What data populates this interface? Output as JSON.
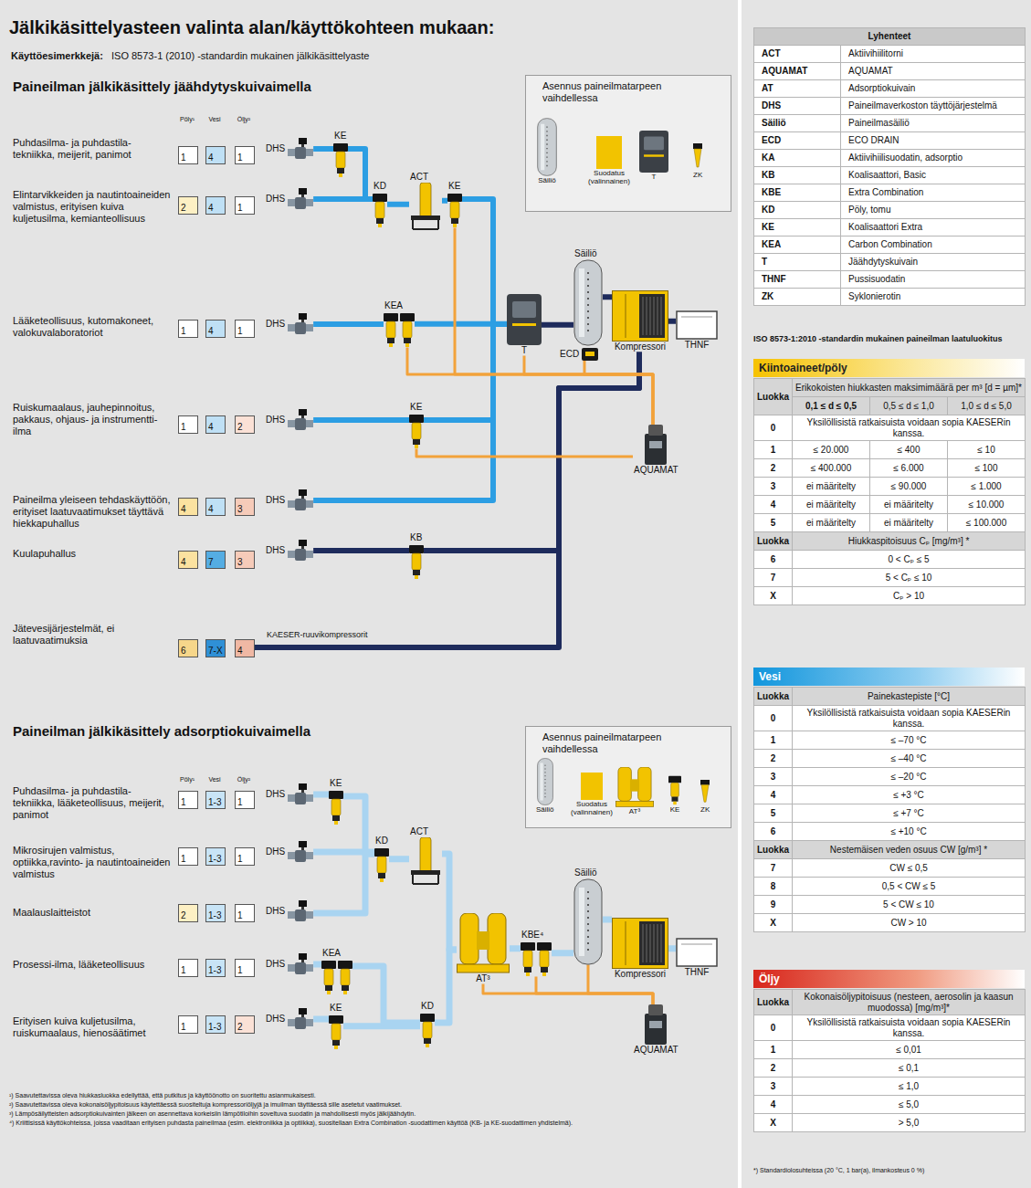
{
  "diagram": {
    "title": "Jälkikäsittelyasteen valinta alan/käyttökohteen mukaan:",
    "nodes": [
      {
        "text": [
          "Asennus paineilmatarpeen vaihdellessa"
        ]
      },
      {
        "text": [
          "Säiliö"
        ],
        "in": 0
      },
      {
        "text": [
          "Suodatus (valinnainen)"
        ],
        "in": 0
      },
      {
        "text": [
          "T"
        ],
        "in": 0
      },
      {
        "text": [
          "ZK"
        ],
        "in": 0
      },
      {
        "text": [
          "1"
        ]
      },
      {
        "text": [
          "4"
        ]
      },
      {
        "text": [
          "1"
        ]
      },
      {
        "text": [
          "DHS"
        ]
      },
      {
        "text": [
          "KE"
        ]
      },
      {
        "text": [
          "2"
        ]
      },
      {
        "text": [
          "4"
        ]
      },
      {
        "text": [
          "1"
        ]
      },
      {
        "text": [
          "DHS"
        ]
      },
      {
        "text": [
          "KD"
        ]
      },
      {
        "text": [
          "ACT"
        ]
      },
      {
        "text": [
          "KE"
        ]
      },
      {
        "text": [
          "1"
        ]
      },
      {
        "text": [
          "4"
        ]
      },
      {
        "text": [
          "1"
        ]
      },
      {
        "text": [
          "DHS"
        ]
      },
      {
        "text": [
          "KEA"
        ]
      },
      {
        "text": [
          "T"
        ]
      },
      {
        "text": [
          "Säiliö"
        ]
      },
      {
        "text": [
          "ECD"
        ]
      },
      {
        "text": [
          "Kompressori"
        ]
      },
      {
        "text": [
          "THNF"
        ]
      },
      {
        "text": [
          "1"
        ]
      },
      {
        "text": [
          "4"
        ]
      },
      {
        "text": [
          "2"
        ]
      },
      {
        "text": [
          "DHS"
        ]
      },
      {
        "text": [
          "KE"
        ]
      },
      {
        "text": [
          "AQUAMAT"
        ]
      },
      {
        "text": [
          "4"
        ]
      },
      {
        "text": [
          "4"
        ]
      },
      {
        "text": [
          "3"
        ]
      },
      {
        "text": [
          "DHS"
        ]
      },
      {
        "text": [
          "4"
        ]
      },
      {
        "text": [
          "7"
        ]
      },
      {
        "text": [
          "3"
        ]
      },
      {
        "text": [
          "DHS"
        ]
      },
      {
        "text": [
          "KB"
        ]
      },
      {
        "text": [
          "6"
        ]
      },
      {
        "text": [
          "7-X"
        ]
      },
      {
        "text": [
          "4"
        ]
      },
      {
        "text": [
          "Asennus paineilmatarpeen vaihdellessa"
        ]
      },
      {
        "text": [
          "Säiliö"
        ],
        "in": 45
      },
      {
        "text": [
          "Suodatus (valinnainen)"
        ],
        "in": 45
      },
      {
        "text": [
          "AT³"
        ],
        "in": 45
      },
      {
        "text": [
          "KE"
        ],
        "in": 45
      },
      {
        "text": [
          "ZK"
        ],
        "in": 45
      },
      {
        "text": [
          "1"
        ]
      },
      {
        "text": [
          "1-3"
        ]
      },
      {
        "text": [
          "1"
        ]
      },
      {
        "text": [
          "DHS"
        ]
      },
      {
        "text": [
          "KE"
        ]
      },
      {
        "text": [
          "1"
        ]
      },
      {
        "text": [
          "1-3"
        ]
      },
      {
        "text": [
          "1"
        ]
      },
      {
        "text": [
          "DHS"
        ]
      },
      {
        "text": [
          "KD"
        ]
      },
      {
        "text": [
          "ACT"
        ]
      },
      {
        "text": [
          "2"
        ]
      },
      {
        "text": [
          "1-3"
        ]
      },
      {
        "text": [
          "1"
        ]
      },
      {
        "text": [
          "DHS"
        ]
      },
      {
        "text": [
          "AT³"
        ]
      },
      {
        "text": [
          "KBE⁴"
        ]
      },
      {
        "text": [
          "Säiliö"
        ]
      },
      {
        "text": [
          "Kompressori"
        ]
      },
      {
        "text": [
          "THNF"
        ]
      },
      {
        "text": [
          "1"
        ]
      },
      {
        "text": [
          "1-3"
        ]
      },
      {
        "text": [
          "1"
        ]
      },
      {
        "text": [
          "DHS"
        ]
      },
      {
        "text": [
          "KEA"
        ]
      },
      {
        "text": [
          "1"
        ]
      },
      {
        "text": [
          "1-3"
        ]
      },
      {
        "text": [
          "2"
        ]
      },
      {
        "text": [
          "DHS"
        ]
      },
      {
        "text": [
          "KE"
        ]
      },
      {
        "text": [
          "KD"
        ]
      },
      {
        "text": [
          "AQUAMAT"
        ]
      },
      {
        "text": [
          "Kiintoaineet/pöly"
        ]
      },
      {
        "text": [
          "Vesi"
        ]
      },
      {
        "text": [
          "Öljy"
        ]
      }
    ],
    "edges": [
      {
        "from": 4,
        "to": 3,
        "arrow": "none"
      },
      {
        "from": 3,
        "to": 2,
        "arrow": "none"
      },
      {
        "from": 2,
        "to": 1,
        "arrow": "none"
      },
      {
        "from": 26,
        "to": 25,
        "arrow": "none"
      },
      {
        "from": 25,
        "to": 23,
        "arrow": "none"
      },
      {
        "from": 23,
        "to": 22,
        "arrow": "none"
      },
      {
        "from": 22,
        "to": 16,
        "arrow": "none"
      },
      {
        "from": 16,
        "to": 15,
        "arrow": "none"
      },
      {
        "from": 15,
        "to": 14,
        "arrow": "none"
      },
      {
        "from": 14,
        "to": 13,
        "arrow": "none"
      },
      {
        "from": 14,
        "to": 9,
        "arrow": "none"
      },
      {
        "from": 9,
        "to": 8,
        "arrow": "none"
      },
      {
        "from": 22,
        "to": 21,
        "arrow": "none"
      },
      {
        "from": 21,
        "to": 20,
        "arrow": "none"
      },
      {
        "from": 22,
        "to": 31,
        "arrow": "none"
      },
      {
        "from": 31,
        "to": 30,
        "arrow": "none"
      },
      {
        "from": 22,
        "to": 36,
        "arrow": "none"
      },
      {
        "from": 25,
        "to": 41,
        "arrow": "none"
      },
      {
        "from": 41,
        "to": 40,
        "arrow": "none"
      },
      {
        "from": 25,
        "to": 44,
        "label": "KAESER-ruuvikompressorit",
        "arrow": "none"
      },
      {
        "from": 16,
        "to": 32,
        "arrow": "none"
      },
      {
        "from": 21,
        "to": 32,
        "arrow": "none"
      },
      {
        "from": 22,
        "to": 32,
        "arrow": "none"
      },
      {
        "from": 24,
        "to": 32,
        "arrow": "none"
      },
      {
        "from": 31,
        "to": 32,
        "arrow": "none"
      },
      {
        "from": 50,
        "to": 49,
        "arrow": "none"
      },
      {
        "from": 49,
        "to": 48,
        "arrow": "none"
      },
      {
        "from": 48,
        "to": 47,
        "arrow": "none"
      },
      {
        "from": 47,
        "to": 46,
        "arrow": "none"
      },
      {
        "from": 70,
        "to": 69,
        "arrow": "none"
      },
      {
        "from": 69,
        "to": 68,
        "arrow": "none"
      },
      {
        "from": 68,
        "to": 67,
        "arrow": "none"
      },
      {
        "from": 67,
        "to": 66,
        "arrow": "none"
      },
      {
        "from": 66,
        "to": 61,
        "arrow": "none"
      },
      {
        "from": 61,
        "to": 60,
        "arrow": "none"
      },
      {
        "from": 60,
        "to": 55,
        "arrow": "none"
      },
      {
        "from": 55,
        "to": 54,
        "arrow": "none"
      },
      {
        "from": 60,
        "to": 59,
        "arrow": "none"
      },
      {
        "from": 60,
        "to": 65,
        "arrow": "none"
      },
      {
        "from": 66,
        "to": 81,
        "arrow": "none"
      },
      {
        "from": 81,
        "to": 80,
        "arrow": "none"
      },
      {
        "from": 80,
        "to": 79,
        "arrow": "none"
      },
      {
        "from": 81,
        "to": 75,
        "arrow": "none"
      },
      {
        "from": 75,
        "to": 74,
        "arrow": "none"
      },
      {
        "from": 66,
        "to": 82,
        "arrow": "none"
      },
      {
        "from": 67,
        "to": 82,
        "arrow": "none"
      },
      {
        "from": 68,
        "to": 82,
        "arrow": "none"
      }
    ],
    "labels": [
      "Käyttöesimerkkejä:",
      "ISO 8573-1 (2010) -standardin mukainen jälkikäsittelyaste",
      "Paineilman jälkikäsittely jäähdytyskuivaimella",
      "Pöly¹",
      "Vesi",
      "Öljy²",
      "Puhdasilma- ja puhdastila-tekniikka, meijerit, panimot",
      "Elintarvikkeiden ja nautintoaineiden valmistus, erityisen kuiva kuljetusilma, kemianteollisuus",
      "Lääketeollisuus, kutomakoneet, valokuvalaboratoriot",
      "Ruiskumaalaus, jauhepinnoitus, pakkaus, ohjaus- ja instrumentti-ilma",
      "Paineilma yleiseen tehdaskäyttöön, erityiset laatuvaatimukset täyttävä hiekkapuhallus",
      "Kuulapuhallus",
      "Jätevesijärjestelmät, ei laatuvaatimuksia",
      "Paineilman jälkikäsittely adsorptiokuivaimella",
      "Pöly¹",
      "Vesi",
      "Öljy²",
      "Puhdasilma- ja puhdastila-tekniikka, lääketeollisuus, meijerit, panimot",
      "Mikrosirujen valmistus, optiikka,ravinto- ja nautintoaineiden valmistus",
      "Maalauslaitteistot",
      "Prosessi-ilma, lääketeollisuus",
      "Erityisen kuiva kuljetusilma, ruiskumaalaus, hienosäätimet",
      "¹) Saavutettavissa oleva hiukkasluokka edellyttää, että putkitus ja käyttöönotto on suoritettu asianmukaisesti.",
      "²) Saavutettavissa oleva kokonaisöljypitoisuus käytettäessä suositeltuja kompressoriöljyjä ja imuilman täyttäessä sille asetetut vaatimukset.",
      "³) Lämpösäilytteisten adsorptiokuivainten jälkeen on asennettava korkeisiin lämpötiloihin soveltuva suodatin ja mahdollisesti myös jälkijäähdytin.",
      "⁴) Kriittisissä käyttökohteissa, joissa vaaditaan erityisen puhdasta paineilmaa (esim. elektroniikka ja optiikka), suositellaan Extra Combination -suodattimen käyttöä (KB- ja KE-suodattimen yhdistelmä).",
      "Lyhenteet",
      "ACT",
      "Aktiivihiilitorni",
      "AQUAMAT",
      "AQUAMAT",
      "AT",
      "Adsorptiokuivain",
      "DHS",
      "Paineilmaverkoston täyttöjärjestelmä",
      "Säiliö",
      "Paineilmasäiliö",
      "ECD",
      "ECO DRAIN",
      "KA",
      "Aktiivihiilisuodatin, adsorptio",
      "KB",
      "Koalisaattori, Basic",
      "KBE",
      "Extra Combination",
      "KD",
      "Pöly, tomu",
      "KE",
      "Koalisaattori Extra",
      "KEA",
      "Carbon Combination",
      "T",
      "Jäähdytyskuivain",
      "THNF",
      "Pussisuodatin",
      "ZK",
      "Syklonierotin",
      "ISO 8573-1:2010 -standardin mukainen paineilman laatuluokitus",
      "Luokka",
      "Erikokoisten hiukkasten maksimimäärä per m³ [d = µm]*",
      "0,1 ≤ d ≤ 0,5",
      "0,5 ≤ d ≤ 1,0",
      "1,0 ≤ d ≤ 5,0",
      "0",
      "Yksilöllisistä ratkaisuista voidaan sopia KAESERin kanssa.",
      "1",
      "≤ 20.000",
      "≤ 400",
      "≤ 10",
      "2",
      "≤ 400.000",
      "≤ 6.000",
      "≤ 100",
      "3",
      "ei määritelty",
      "≤ 90.000",
      "≤ 1.000",
      "4",
      "ei määritelty",
      "ei määritelty",
      "≤ 10.000",
      "5",
      "ei määritelty",
      "ei määritelty",
      "≤ 100.000",
      "Luokka",
      "Hiukkaspitoisuus Cₚ [mg/m³] *",
      "6",
      "0 < Cₚ ≤ 5",
      "7",
      "5 < Cₚ ≤ 10",
      "X",
      "Cₚ > 10",
      "Luokka",
      "Painekastepiste [°C]",
      "0",
      "Yksilöllisistä ratkaisuista voidaan sopia KAESERin kanssa.",
      "1",
      "≤ –70 °C",
      "2",
      "≤ –40 °C",
      "3",
      "≤ –20 °C",
      "4",
      "≤ +3 °C",
      "5",
      "≤ +7 °C",
      "6",
      "≤ +10 °C",
      "Luokka",
      "Nestemäisen veden osuus CW [g/m³] *",
      "7",
      "CW ≤ 0,5",
      "8",
      "0,5 < CW ≤ 5",
      "9",
      "5 < CW ≤ 10",
      "X",
      "CW > 10",
      "Luokka",
      "Kokonaisöljypitoisuus (nesteen, aerosolin ja kaasun muodossa) [mg/m³]*",
      "0",
      "Yksilöllisistä ratkaisuista voidaan sopia KAESERin kanssa.",
      "1",
      "≤ 0,01",
      "2",
      "≤ 0,1",
      "3",
      "≤ 1,0",
      "4",
      "≤ 5,0",
      "X",
      "> 5,0",
      "*) Standardiolosuhteissa (20 °C, 1 bar(a), ilmankosteus 0 %)"
    ]
  }
}
